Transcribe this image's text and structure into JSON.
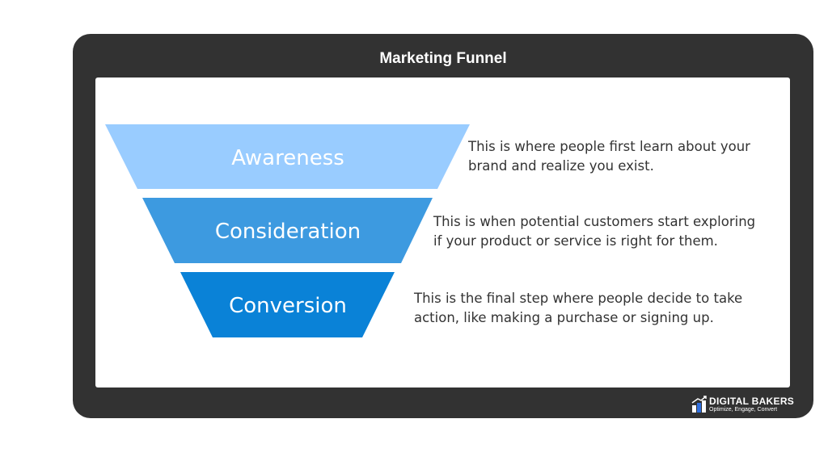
{
  "title": "Marketing Funnel",
  "stages": [
    {
      "label": "Awareness",
      "color": "#99CCFF",
      "description_line1": "This is where people first learn about your",
      "description_line2": "brand and realize you exist."
    },
    {
      "label": "Consideration",
      "color": "#3D9AE0",
      "description_line1": "This is when potential customers start exploring",
      "description_line2": "if your product or service is right for them."
    },
    {
      "label": "Conversion",
      "color": "#0A82D7",
      "description_line1": "This is the final step where people decide to take",
      "description_line2": "action, like making a purchase or signing up."
    }
  ],
  "brand": {
    "name": "DIGITAL BAKERS",
    "tagline": "Optimize, Engage, Convert",
    "icon": "bar-chart-arrow-icon"
  },
  "colors": {
    "frame": "#323232",
    "panel": "#ffffff",
    "text": "#333333"
  }
}
